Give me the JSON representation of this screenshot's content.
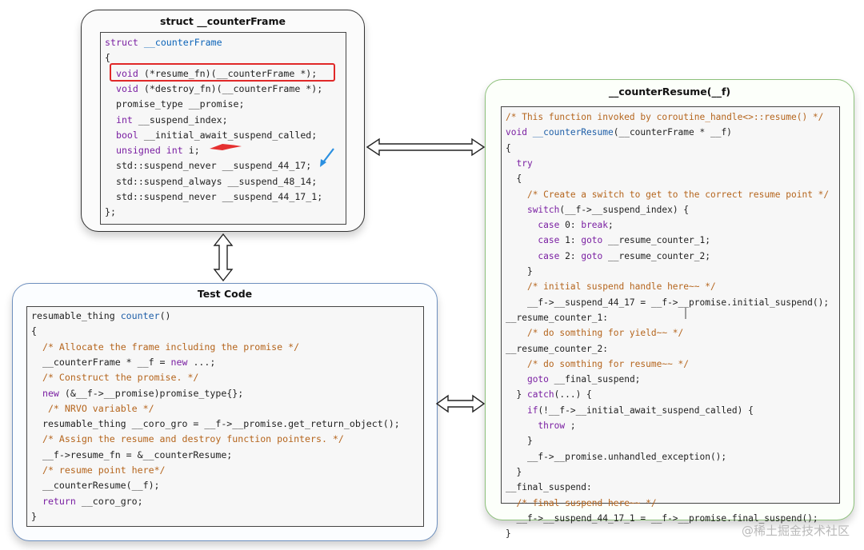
{
  "panels": {
    "struct": {
      "title": "struct __counterFrame",
      "lines": [
        [
          [
            "struct ",
            "kw"
          ],
          [
            "__counterFrame",
            "ty"
          ]
        ],
        [
          [
            "{",
            ""
          ]
        ],
        [
          [
            "  ",
            ""
          ],
          [
            "void ",
            "kw"
          ],
          [
            "(*resume_fn)(__counterFrame *);",
            ""
          ]
        ],
        [
          [
            "  ",
            ""
          ],
          [
            "void ",
            "kw"
          ],
          [
            "(*destroy_fn)(__counterFrame *);",
            ""
          ]
        ],
        [
          [
            "  promise_type __promise;",
            ""
          ]
        ],
        [
          [
            "  ",
            ""
          ],
          [
            "int ",
            "kw"
          ],
          [
            "__suspend_index;",
            ""
          ]
        ],
        [
          [
            "  ",
            ""
          ],
          [
            "bool ",
            "kw"
          ],
          [
            "__initial_await_suspend_called;",
            ""
          ]
        ],
        [
          [
            "  ",
            ""
          ],
          [
            "unsigned int ",
            "kw"
          ],
          [
            "i;",
            ""
          ]
        ],
        [
          [
            "  std::suspend_never __suspend_44_17;",
            ""
          ]
        ],
        [
          [
            "  std::suspend_always __suspend_48_14;",
            ""
          ]
        ],
        [
          [
            "  std::suspend_never __suspend_44_17_1;",
            ""
          ]
        ],
        [
          [
            "};",
            ""
          ]
        ]
      ]
    },
    "test": {
      "title": "Test Code",
      "lines": [
        [
          [
            "resumable_thing ",
            ""
          ],
          [
            "counter",
            "fn"
          ],
          [
            "()",
            ""
          ]
        ],
        [
          [
            "{",
            ""
          ]
        ],
        [
          [
            "  ",
            ""
          ],
          [
            "/* Allocate the frame including the promise */",
            "cm"
          ]
        ],
        [
          [
            "  __counterFrame * __f = ",
            ""
          ],
          [
            "new",
            "kw"
          ],
          [
            " ...;",
            ""
          ]
        ],
        [
          [
            "  ",
            ""
          ],
          [
            "/* Construct the promise. */",
            "cm"
          ]
        ],
        [
          [
            "  ",
            ""
          ],
          [
            "new",
            "kw"
          ],
          [
            " (&__f->__promise)promise_type{};",
            ""
          ]
        ],
        [
          [
            "   ",
            ""
          ],
          [
            "/* NRVO variable */",
            "cm"
          ]
        ],
        [
          [
            "  resumable_thing __coro_gro = __f->__promise.get_return_object();",
            ""
          ]
        ],
        [
          [
            "  ",
            ""
          ],
          [
            "/* Assign the resume and destroy function pointers. */",
            "cm"
          ]
        ],
        [
          [
            "  __f->resume_fn = &__counterResume;",
            ""
          ]
        ],
        [
          [
            "  ",
            ""
          ],
          [
            "/* resume point here*/",
            "cm"
          ]
        ],
        [
          [
            "  __counterResume(__f);",
            ""
          ]
        ],
        [
          [
            "  ",
            ""
          ],
          [
            "return",
            "kw"
          ],
          [
            " __coro_gro;",
            ""
          ]
        ],
        [
          [
            "}",
            ""
          ]
        ]
      ]
    },
    "resume": {
      "title": "__counterResume(__f)",
      "lines": [
        [
          [
            "/* This function invoked by coroutine_handle<>::resume() */",
            "cm"
          ]
        ],
        [
          [
            "void ",
            "kw"
          ],
          [
            "__counterResume",
            "fn"
          ],
          [
            "(__counterFrame * __f)",
            ""
          ]
        ],
        [
          [
            "{",
            ""
          ]
        ],
        [
          [
            "  ",
            ""
          ],
          [
            "try",
            "kw"
          ]
        ],
        [
          [
            "  {",
            ""
          ]
        ],
        [
          [
            "    ",
            ""
          ],
          [
            "/* Create a switch to get to the correct resume point */",
            "cm"
          ]
        ],
        [
          [
            "    ",
            ""
          ],
          [
            "switch",
            "kw"
          ],
          [
            "(__f->__suspend_index) {",
            ""
          ]
        ],
        [
          [
            "      ",
            ""
          ],
          [
            "case",
            "kw"
          ],
          [
            " 0: ",
            ""
          ],
          [
            "break",
            "kw"
          ],
          [
            ";",
            ""
          ]
        ],
        [
          [
            "      ",
            ""
          ],
          [
            "case",
            "kw"
          ],
          [
            " 1: ",
            ""
          ],
          [
            "goto",
            "kw"
          ],
          [
            " __resume_counter_1;",
            ""
          ]
        ],
        [
          [
            "      ",
            ""
          ],
          [
            "case",
            "kw"
          ],
          [
            " 2: ",
            ""
          ],
          [
            "goto",
            "kw"
          ],
          [
            " __resume_counter_2;",
            ""
          ]
        ],
        [
          [
            "    }",
            ""
          ]
        ],
        [
          [
            "    ",
            ""
          ],
          [
            "/* initial suspend handle here~~ */",
            "cm"
          ]
        ],
        [
          [
            "    __f->__suspend_44_17 = __f->__promise.initial_suspend();",
            ""
          ]
        ],
        [
          [
            "__resume_counter_1:",
            ""
          ]
        ],
        [
          [
            "    ",
            ""
          ],
          [
            "/* do somthing for yield~~ */",
            "cm"
          ]
        ],
        [
          [
            "__resume_counter_2:",
            ""
          ]
        ],
        [
          [
            "    ",
            ""
          ],
          [
            "/* do somthing for resume~~ */",
            "cm"
          ]
        ],
        [
          [
            "    ",
            ""
          ],
          [
            "goto",
            "kw"
          ],
          [
            " __final_suspend;",
            ""
          ]
        ],
        [
          [
            "  } ",
            ""
          ],
          [
            "catch",
            "kw"
          ],
          [
            "(...) {",
            ""
          ]
        ],
        [
          [
            "    ",
            ""
          ],
          [
            "if",
            "kw"
          ],
          [
            "(!__f->__initial_await_suspend_called) {",
            ""
          ]
        ],
        [
          [
            "      ",
            ""
          ],
          [
            "throw",
            "kw"
          ],
          [
            " ;",
            ""
          ]
        ],
        [
          [
            "    }",
            ""
          ]
        ],
        [
          [
            "    __f->__promise.unhandled_exception();",
            ""
          ]
        ],
        [
          [
            "  }",
            ""
          ]
        ],
        [
          [
            "__final_suspend:",
            ""
          ]
        ],
        [
          [
            "  ",
            ""
          ],
          [
            "/* final suspend here~~ */",
            "cm"
          ]
        ],
        [
          [
            "  __f->__suspend_44_17_1 = __f->__promise.final_suspend();",
            ""
          ]
        ],
        [
          [
            "}",
            ""
          ]
        ]
      ]
    }
  },
  "watermark": "@稀土掘金技术社区",
  "colors": {
    "keyword": "#7a1fa2",
    "type": "#0b63b8",
    "comment": "#b5651d",
    "highlight_box": "#e02828",
    "annotation_arrow_red": "#e53030",
    "annotation_arrow_blue": "#2a8fe0"
  }
}
